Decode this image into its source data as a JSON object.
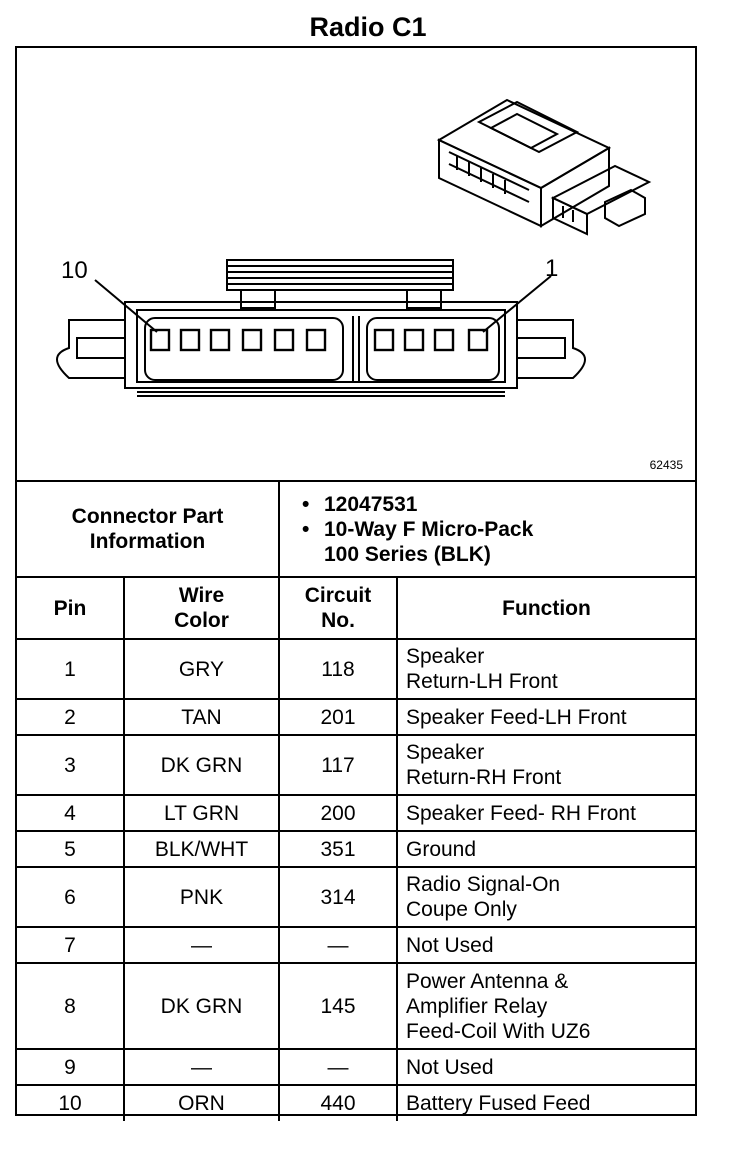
{
  "title": "Radio C1",
  "figure_number": "62435",
  "pin_labels": {
    "left": "10",
    "right": "1"
  },
  "connector_part": {
    "label_line1": "Connector Part",
    "label_line2": "Information",
    "part_number": "12047531",
    "description_line1": "10-Way F Micro-Pack",
    "description_line2": "100 Series (BLK)"
  },
  "headers": {
    "pin": "Pin",
    "wire_color_line1": "Wire",
    "wire_color_line2": "Color",
    "circuit_line1": "Circuit",
    "circuit_line2": "No.",
    "function": "Function"
  },
  "rows": [
    {
      "pin": "1",
      "wire": "GRY",
      "circuit": "118",
      "function": [
        "Speaker",
        "Return-LH Front"
      ]
    },
    {
      "pin": "2",
      "wire": "TAN",
      "circuit": "201",
      "function": [
        "Speaker Feed-LH Front"
      ]
    },
    {
      "pin": "3",
      "wire": "DK GRN",
      "circuit": "117",
      "function": [
        "Speaker",
        "Return-RH Front"
      ]
    },
    {
      "pin": "4",
      "wire": "LT GRN",
      "circuit": "200",
      "function": [
        "Speaker Feed- RH Front"
      ]
    },
    {
      "pin": "5",
      "wire": "BLK/WHT",
      "circuit": "351",
      "function": [
        "Ground"
      ]
    },
    {
      "pin": "6",
      "wire": "PNK",
      "circuit": "314",
      "function": [
        "Radio Signal-On",
        "Coupe Only"
      ]
    },
    {
      "pin": "7",
      "wire": "—",
      "circuit": "—",
      "function": [
        "Not Used"
      ]
    },
    {
      "pin": "8",
      "wire": "DK GRN",
      "circuit": "145",
      "function": [
        "Power Antenna &",
        "Amplifier Relay",
        "Feed-Coil With UZ6"
      ]
    },
    {
      "pin": "9",
      "wire": "—",
      "circuit": "—",
      "function": [
        "Not Used"
      ]
    },
    {
      "pin": "10",
      "wire": "ORN",
      "circuit": "440",
      "function": [
        "Battery Fused Feed"
      ]
    }
  ]
}
